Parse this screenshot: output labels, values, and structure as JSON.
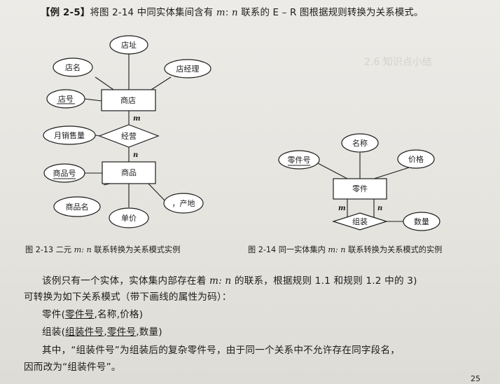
{
  "heading": {
    "tag": "【例 2-5】",
    "pre": "将图 2-14 中同实体集间含有 ",
    "m": "m",
    "colon": ": ",
    "n": "n",
    "post": " 联系的 E – R 图根据规则转换为关系模式。"
  },
  "fig13": {
    "entity_store": "商店",
    "entity_goods": "商品",
    "relation": "经营",
    "attrs": {
      "address": "店址",
      "name": "店名",
      "manager": "店经理",
      "id": "店号",
      "sales": "月销售量",
      "goods_id": "商品号",
      "goods_name": "商品名",
      "price": "单价",
      "origin": "，产地"
    },
    "card_m": "m",
    "card_n": "n",
    "caption_pre": "图 2-13   二元 ",
    "caption_mn": "m: n",
    "caption_post": " 联系转换为关系模式实例"
  },
  "fig14": {
    "entity_part": "零件",
    "relation": "组装",
    "attrs": {
      "name": "名称",
      "part_id": "零件号",
      "price": "价格",
      "qty": "数量"
    },
    "card_m": "m",
    "card_n": "n",
    "caption_pre": "图 2-14   同一实体集内 ",
    "caption_mn": "m: n",
    "caption_post": " 联系转换为关系模式的实例"
  },
  "body": {
    "p1a_pre": "该例只有一个实体，实体集内部存在着 ",
    "p1a_mn": "m: n",
    "p1a_post": " 的联系，根据规则 1.1 和规则 1.2 中的 3)",
    "p1b": "可转换为如下关系模式（带下画线的属性为码）：",
    "r1_pre": "零件(",
    "r1_key": "零件号",
    "r1_post": ",名称,价格)",
    "r2_pre": "组装(",
    "r2_key1": "组装件号",
    "r2_sep": ",",
    "r2_key2": "零件号",
    "r2_post": ",数量)",
    "p2a": "其中，“组装件号”为组装后的复杂零件号，由于同一个关系中不允许存在同字段名，",
    "p2b": "因而改为“组装件号”。"
  },
  "page_number": "25"
}
